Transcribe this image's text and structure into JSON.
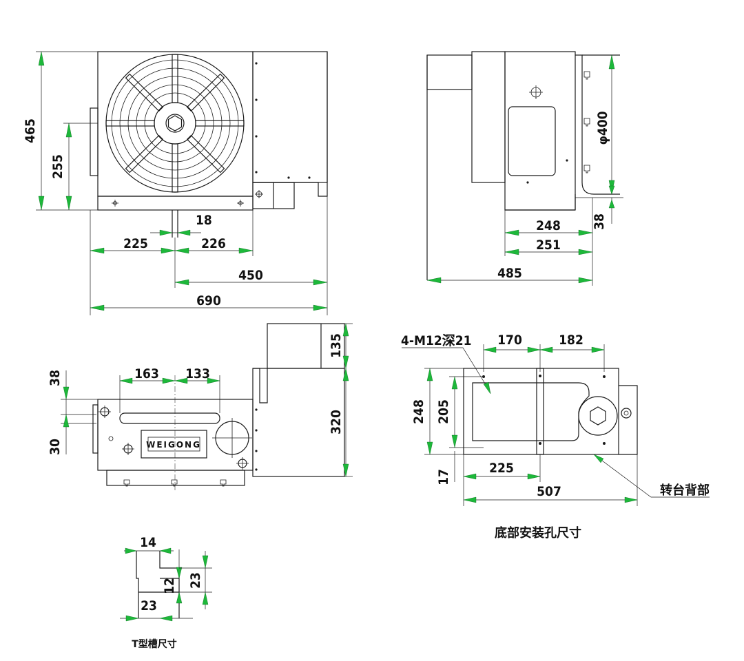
{
  "front_view": {
    "dims": {
      "h465": "465",
      "h255": "255",
      "w18": "18",
      "w225": "225",
      "w226": "226",
      "w450": "450",
      "w690": "690"
    }
  },
  "side_view": {
    "dims": {
      "dia400": "φ400",
      "w248": "248",
      "w251": "251",
      "h38": "38",
      "w485": "485"
    }
  },
  "top_view": {
    "nameplate": "WEIGONG",
    "dims": {
      "w163": "163",
      "w133": "133",
      "h38": "38",
      "h30": "30",
      "h135": "135",
      "h320": "320"
    }
  },
  "bottom_view": {
    "hole_note": "4-M12深21",
    "dims": {
      "w170": "170",
      "w182": "182",
      "h248": "248",
      "h205": "205",
      "h17": "17",
      "w225": "225",
      "w507": "507"
    },
    "back_label": "转台背部",
    "caption": "底部安装孔尺寸"
  },
  "tslot": {
    "dims": {
      "w14": "14",
      "h23a": "23",
      "h12": "12",
      "w23": "23"
    },
    "caption": "T型槽尺寸"
  },
  "colors": {
    "arrow": "#1db83a",
    "line": "#1a1a1a"
  }
}
